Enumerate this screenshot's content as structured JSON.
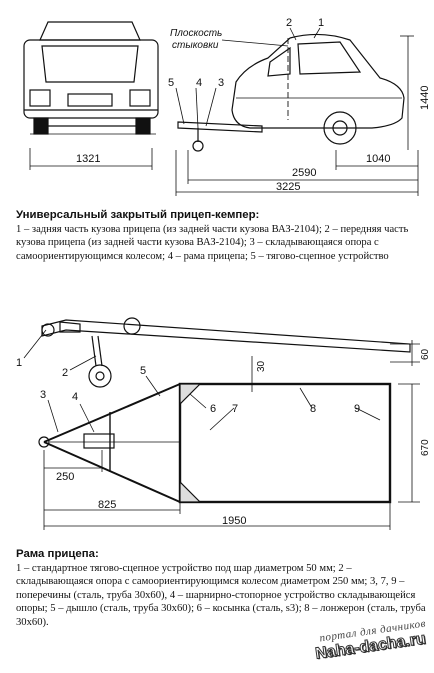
{
  "top_figure": {
    "plane_label_line1": "Плоскость",
    "plane_label_line2": "стыковки",
    "callouts": [
      "1",
      "2",
      "3",
      "4",
      "5"
    ],
    "dimensions": {
      "width_rear": "1321",
      "height": "1440",
      "length_axle": "1040",
      "length_body": "2590",
      "length_total": "3225"
    }
  },
  "caption1": {
    "title": "Универсальный закрытый прицеп-кемпер:",
    "text": "1 – задняя часть кузова прицепа (из задней части кузова ВАЗ-2104); 2 – передняя часть кузова прицепа (из задней части кузова ВАЗ-2104); 3 – складывающаяся опора с самоориентирующимся колесом; 4 – рама прицепа; 5 – тягово-сцепное устройство"
  },
  "frame_figure": {
    "callouts": [
      "1",
      "2",
      "3",
      "4",
      "5",
      "6",
      "7",
      "8",
      "9"
    ],
    "dimensions": {
      "d60": "60",
      "d30": "30",
      "d670": "670",
      "d250": "250",
      "d825": "825",
      "d1950": "1950"
    }
  },
  "caption2": {
    "title": "Рама прицепа:",
    "text": "1 – стандартное тягово-сцепное устройство под шар диаметром 50 мм; 2 – складывающаяся опора с самоориентирующимся колесом диаметром 250 мм; 3, 7, 9 – поперечины (сталь, труба 30х60), 4 – шарнирно-стопорное устройство складывающейся опоры; 5 – дышло (сталь, труба 30х60); 6 – косынка (сталь, s3); 8 – лонжерон (сталь, труба 30х60)."
  },
  "watermark": {
    "line1": "портал для дачников",
    "line2": "Naha-dacha.ru"
  }
}
